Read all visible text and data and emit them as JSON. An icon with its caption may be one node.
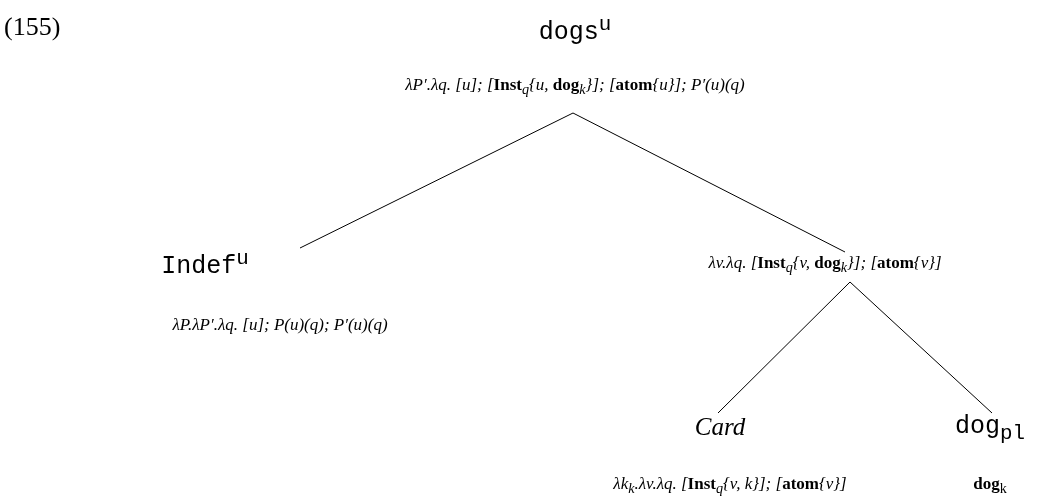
{
  "diagram": {
    "nodes": [
      {
        "text": [
          "dogs$^{u}$",
          "λP′.λq. [u]; [**Inst**$_{q}${u, **dog**$_{k}$}]; [**atom**{u}]; P′(u)(q)"
        ]
      },
      {
        "text": [
          "Indef$^{u}$",
          "λP.λP′.λq. [u]; P(u)(q); P′(u)(q)"
        ]
      },
      {
        "text": [
          "λv.λq. [**Inst**$_{q}${v, **dog**$_{k}$}]; [**atom**{v}]"
        ]
      },
      {
        "text": [
          "Card",
          "λk$_{k}$.λv.λq. [**Inst**$_{q}${v, k}]; [**atom**{v}]"
        ]
      },
      {
        "text": [
          "dog$_{pl}$",
          "**dog**$_{k}$"
        ]
      }
    ],
    "edges": [
      {
        "from": 0,
        "to": 1,
        "arrow": "none"
      },
      {
        "from": 0,
        "to": 2,
        "arrow": "none"
      },
      {
        "from": 2,
        "to": 3,
        "arrow": "none"
      },
      {
        "from": 2,
        "to": 4,
        "arrow": "none"
      }
    ],
    "labels": [
      "(155)"
    ]
  }
}
